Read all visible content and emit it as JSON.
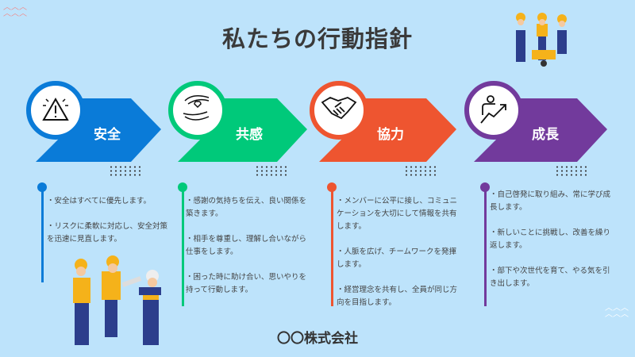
{
  "title": "私たちの行動指針",
  "steps": [
    {
      "label": "安全",
      "icon": "warning-icon",
      "color": "#0a7bd8",
      "items": [
        "・安全はすべてに優先します。",
        "・リスクに柔軟に対応し、安全対策を迅速に見直します。"
      ]
    },
    {
      "label": "共感",
      "icon": "hands-heart-icon",
      "color": "#00c97a",
      "items": [
        "・感謝の気持ちを伝え、良い関係を築きます。",
        "・相手を尊重し、理解し合いながら仕事をします。",
        "・困った時に助け合い、思いやりを持って行動します。"
      ]
    },
    {
      "label": "協力",
      "icon": "handshake-icon",
      "color": "#ee5530",
      "items": [
        "・メンバーに公平に接し、コミュニケーションを大切にして情報を共有します。",
        "・人脈を広げ、チームワークを発揮します。",
        "・経営理念を共有し、全員が同じ方向を目指します。"
      ]
    },
    {
      "label": "成長",
      "icon": "growth-icon",
      "color": "#723a9c",
      "items": [
        "・自己啓発に取り組み、常に学び成長します。",
        "・新しいことに挑戦し、改善を繰り返します。",
        "・部下や次世代を育て、やる気を引き出します。"
      ]
    }
  ],
  "footer": "〇〇株式会社"
}
